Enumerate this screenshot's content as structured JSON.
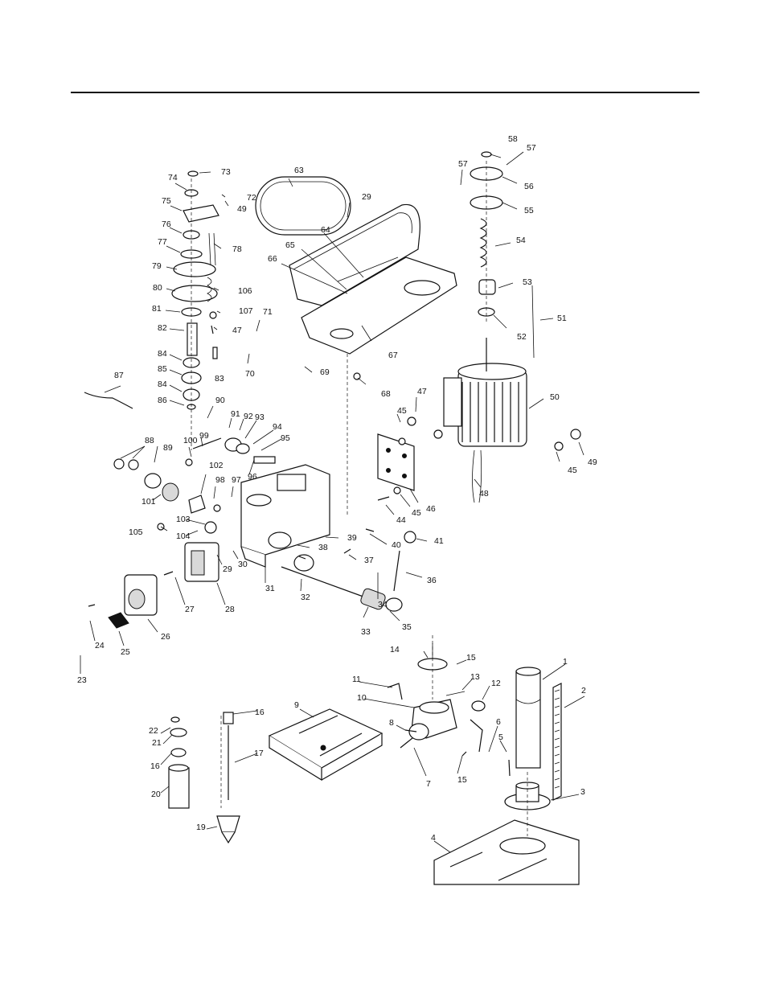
{
  "labels": [
    "1",
    "2",
    "3",
    "4",
    "5",
    "6",
    "7",
    "8",
    "9",
    "10",
    "11",
    "12",
    "13",
    "14",
    "15",
    "15",
    "16",
    "16",
    "17",
    "19",
    "20",
    "21",
    "22",
    "23",
    "24",
    "25",
    "26",
    "27",
    "28",
    "29",
    "29",
    "30",
    "31",
    "32",
    "33",
    "34",
    "35",
    "36",
    "37",
    "38",
    "39",
    "40",
    "41",
    "44",
    "45",
    "45",
    "45",
    "46",
    "47",
    "47",
    "48",
    "49",
    "49",
    "50",
    "51",
    "52",
    "53",
    "54",
    "55",
    "56",
    "57",
    "57",
    "58",
    "63",
    "64",
    "65",
    "66",
    "67",
    "68",
    "69",
    "70",
    "71",
    "72",
    "73",
    "74",
    "75",
    "76",
    "77",
    "78",
    "79",
    "80",
    "81",
    "82",
    "83",
    "84",
    "84",
    "85",
    "86",
    "87",
    "88",
    "89",
    "90",
    "91",
    "92",
    "93",
    "94",
    "95",
    "96",
    "97",
    "98",
    "99",
    "100",
    "101",
    "102",
    "103",
    "104",
    "105",
    "106",
    "107"
  ]
}
